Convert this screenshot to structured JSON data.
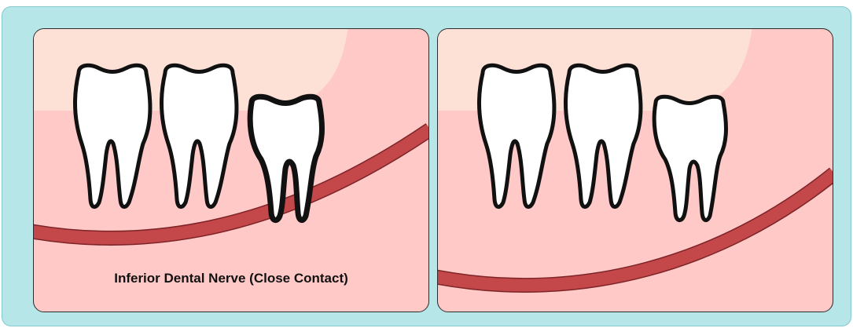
{
  "panels": [
    {
      "id": "close-contact",
      "caption": "Inferior Dental Nerve (Close Contact)"
    },
    {
      "id": "clear",
      "caption": ""
    }
  ],
  "colors": {
    "frame": "#b6e6e8",
    "gum": "#ffc9c7",
    "gum_light": "#fde0d6",
    "nerve": "#c4474a",
    "nerve_outline": "#7c2427",
    "tooth": "#ffffff",
    "outline": "#111111"
  },
  "icons": {
    "tooth": "molar-tooth-icon",
    "nerve": "inferior-dental-nerve-icon"
  }
}
